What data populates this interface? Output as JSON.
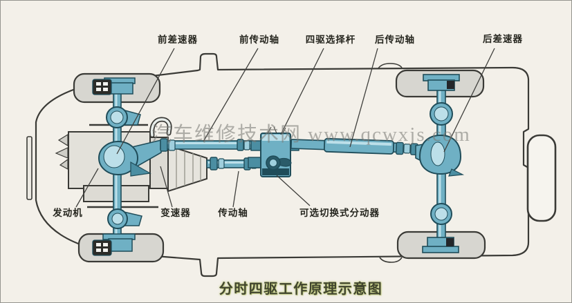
{
  "title_caption": "分时四驱工作原理示意图",
  "watermark": "汽车维修技术网  www.qcwxjs.com",
  "labels": {
    "front_differential": "前差速器",
    "front_drive_shaft": "前传动轴",
    "selector_lever": "四驱选择杆",
    "rear_drive_shaft": "后传动轴",
    "rear_differential": "后差速器",
    "engine": "发动机",
    "transmission": "变速器",
    "drive_shaft": "传动轴",
    "transfer_case": "可选切换式分动器"
  },
  "colors": {
    "background": "#f3f0e9",
    "drivetrain_blue": "#6fb0c4",
    "drivetrain_blue_light": "#bcdfe9",
    "drivetrain_blue_dark": "#1f4c59",
    "body_outline": "#3a3a36",
    "wheel_gray": "#d7d6d0",
    "engine_gray": "#e3e1da",
    "caption_glow": "#bac670",
    "watermark_gray": "#7a7a76"
  }
}
